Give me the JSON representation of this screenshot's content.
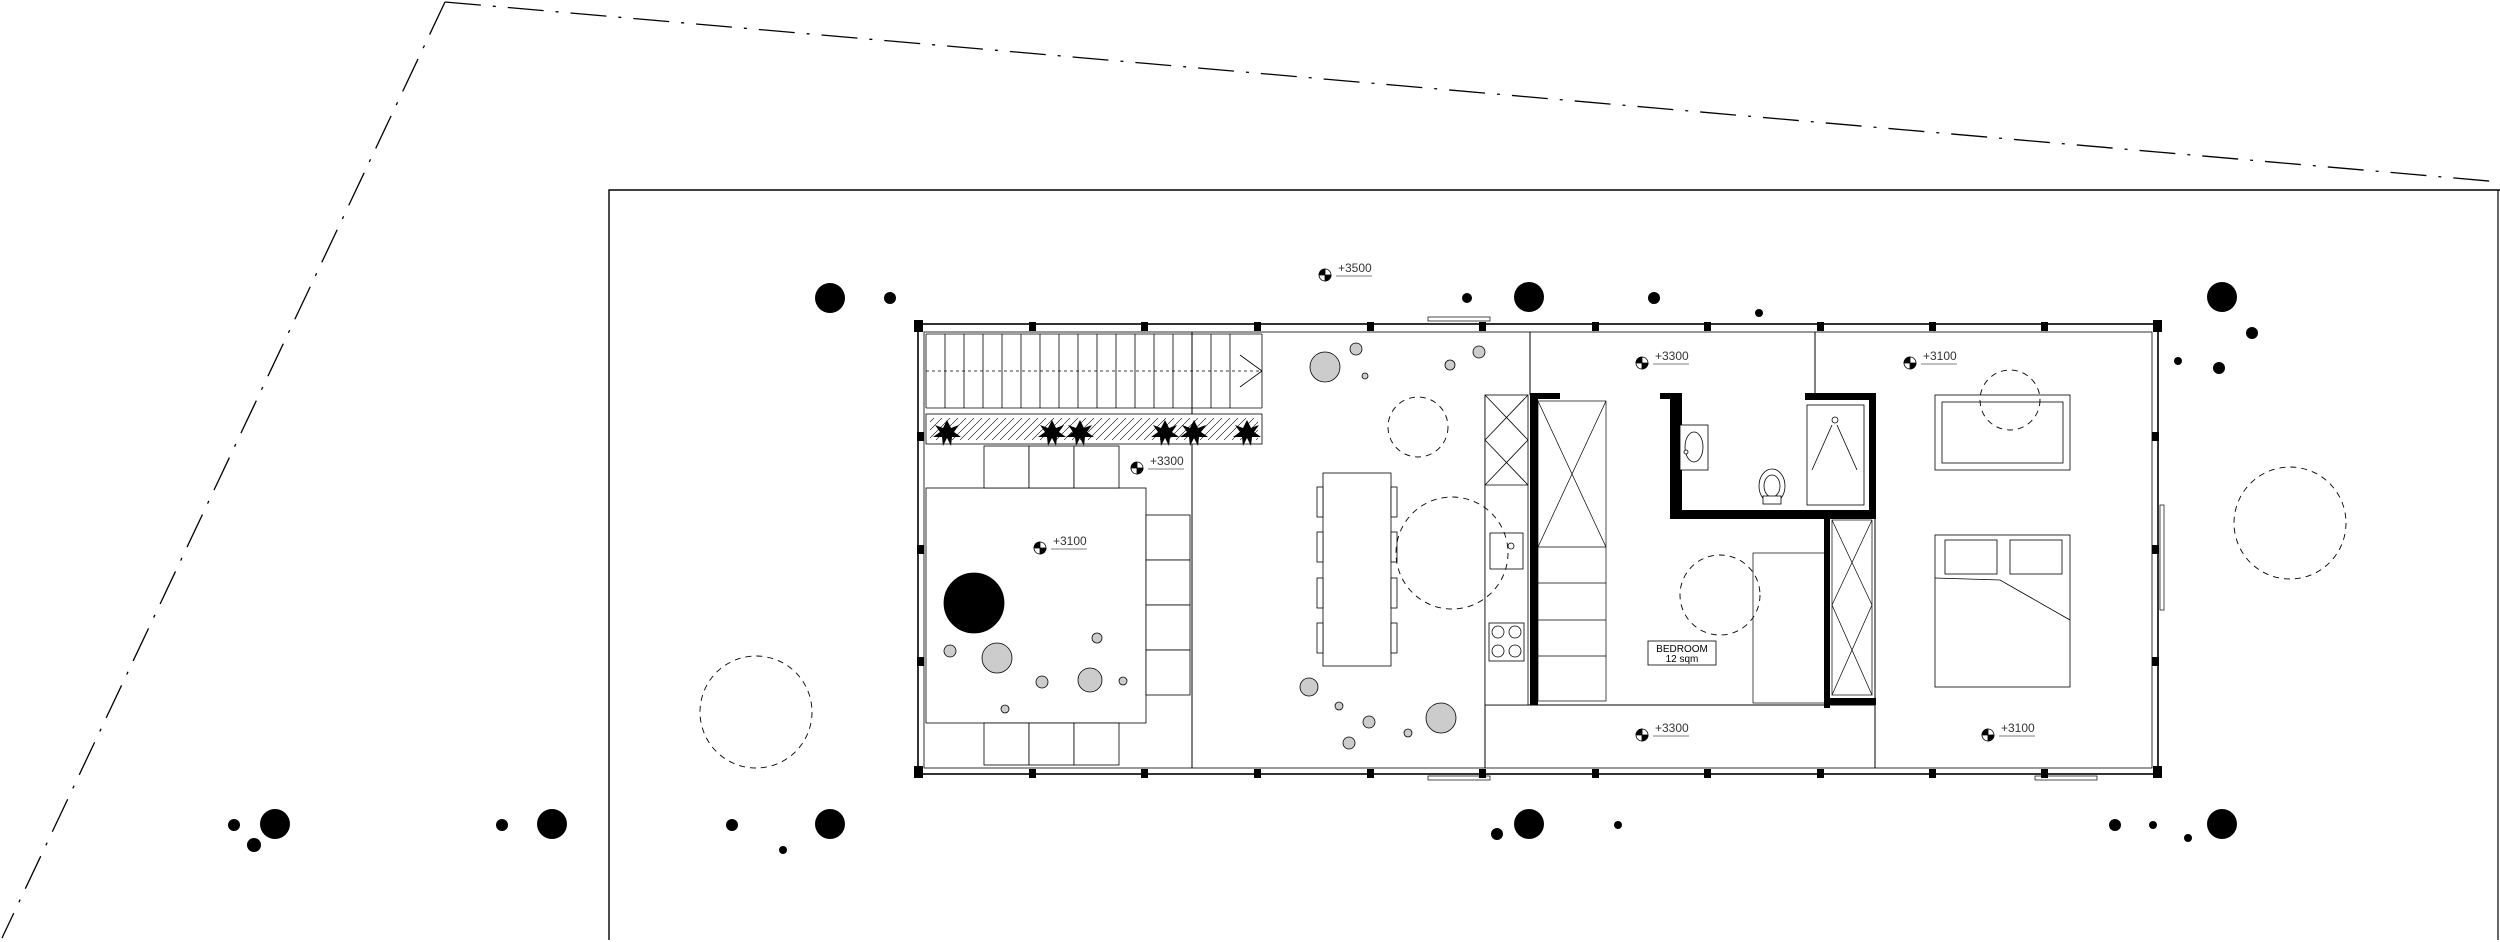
{
  "plan": {
    "level_markers": [
      "+3500",
      "+3300",
      "+3100",
      "+3300",
      "+3100",
      "+3300",
      "+3100"
    ],
    "room_label": {
      "name": "BEDROOM",
      "area": "12 sqm"
    }
  }
}
